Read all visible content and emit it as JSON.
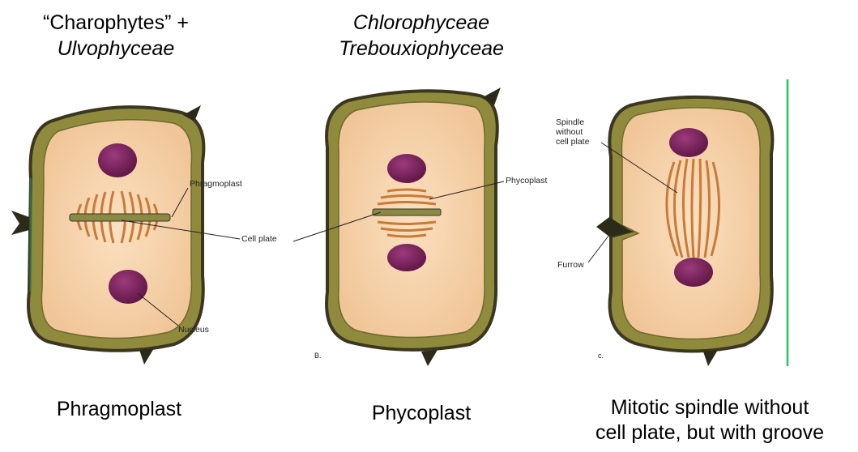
{
  "headers": {
    "left": {
      "line1": "“Charophytes” +",
      "line2": "Ulvophyceae"
    },
    "middle": {
      "line1": "Chlorophyceae",
      "line2": "Trebouxiophyceae"
    }
  },
  "panels": {
    "a": {
      "labels": {
        "phragmoplast": "Phragmoplast",
        "cell_plate": "Cell plate",
        "nucleus": "Nucleus"
      }
    },
    "b": {
      "labels": {
        "phycoplast": "Phycoplast"
      },
      "letter": "B."
    },
    "c": {
      "labels": {
        "spindle": [
          "Spindle",
          "without",
          "cell plate"
        ],
        "furrow": "Furrow"
      },
      "letter": "c."
    }
  },
  "captions": {
    "left": "Phragmoplast",
    "middle": "Phycoplast",
    "right_line1": "Mitotic spindle without",
    "right_line2": "cell plate, but with groove"
  },
  "colors": {
    "wall": "#8f8a3c",
    "wall_dark": "#2e2a1a",
    "cytoplasm": "#f6cfa4",
    "nucleus": "#7a1f5a",
    "fiber": "#c97a38",
    "accent_green": "#22c55e"
  }
}
